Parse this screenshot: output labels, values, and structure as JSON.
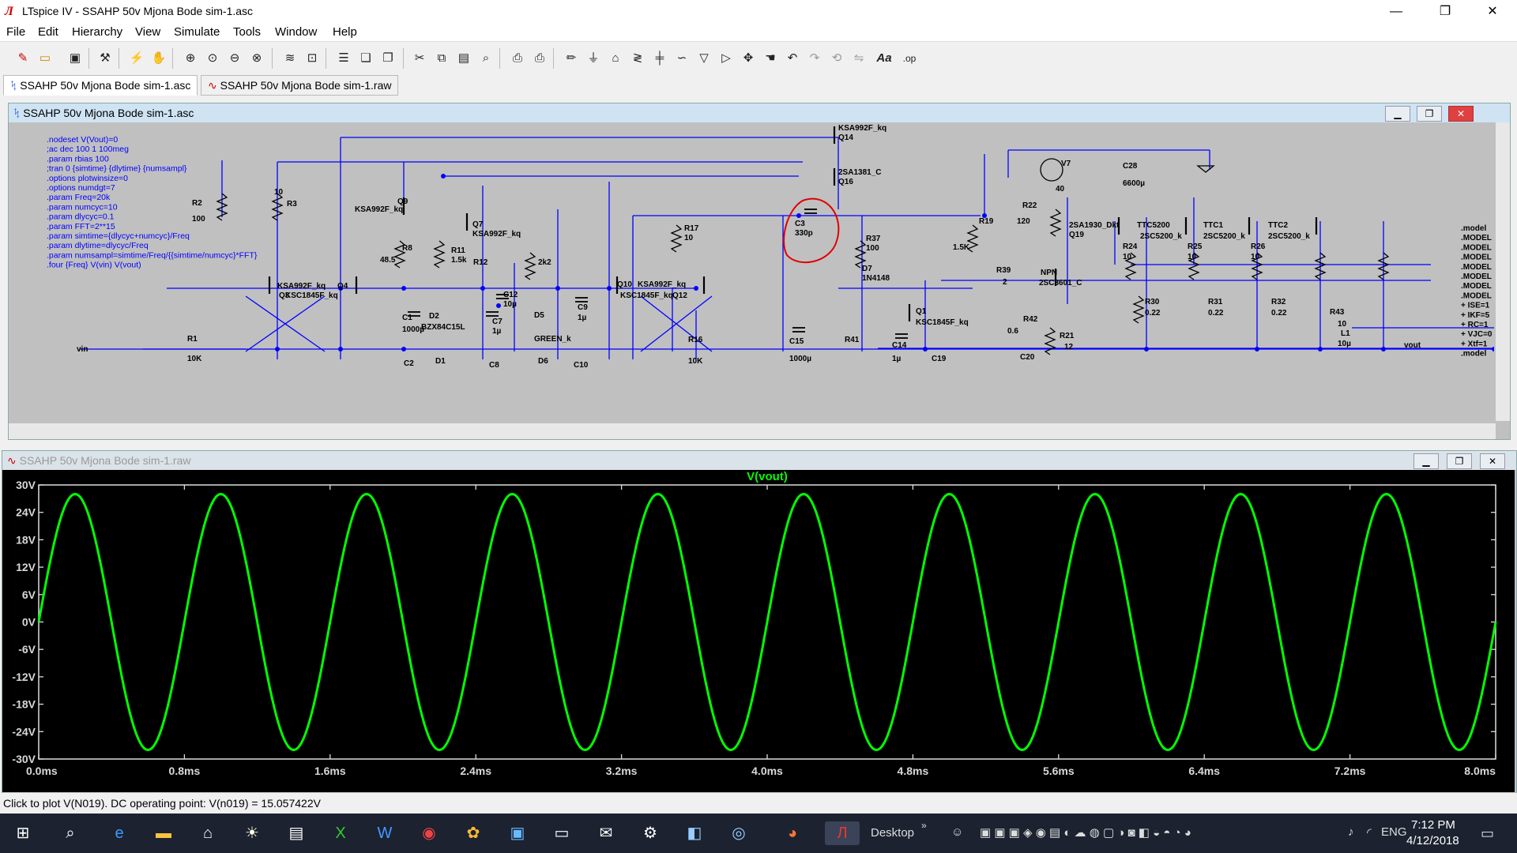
{
  "window": {
    "title": "LTspice IV - SSAHP 50v Mjona Bode sim-1.asc",
    "logo_glyph": "Л",
    "controls": {
      "minimize": "—",
      "maximize": "❐",
      "close": "✕"
    }
  },
  "menu": [
    "File",
    "Edit",
    "Hierarchy",
    "View",
    "Simulate",
    "Tools",
    "Window",
    "Help"
  ],
  "toolbar_icons": [
    "new-schematic",
    "open",
    "save",
    "control-panel",
    "run",
    "halt",
    "zoom-in",
    "pan",
    "zoom-out",
    "zoom-fit",
    "tile-h",
    "tile-v",
    "cascade",
    "close-all",
    "cut",
    "copy",
    "paste",
    "find",
    "print-setup",
    "print",
    "draw-wire",
    "ground",
    "label-net",
    "resistor",
    "capacitor",
    "inductor",
    "diode",
    "component",
    "move",
    "drag",
    "undo",
    "redo",
    "rotate",
    "mirror",
    "text",
    "spice-directive"
  ],
  "tabs": [
    {
      "label": "SSAHP 50v Mjona Bode sim-1.asc",
      "icon": "schematic-icon"
    },
    {
      "label": "SSAHP 50v Mjona Bode sim-1.raw",
      "icon": "waveform-icon"
    }
  ],
  "schematic": {
    "title": "SSAHP 50v Mjona Bode sim-1.asc",
    "directives": [
      ".nodeset V(Vout)=0",
      ";ac dec 100 1 100meg",
      ".param rbias 100",
      ";tran 0 {simtime} {dlytime} {numsampl}",
      ".options plotwinsize=0",
      ".options numdgt=7",
      ".param Freq=20k",
      ".param numcyc=10",
      ".param dlycyc=0.1",
      ".param FFT=2**15",
      ".param simtime={dlycyc+numcyc}/Freq",
      ".param dlytime=dlycyc/Freq",
      ".param numsampl=simtime/Freq/{{simtime/numcyc}*FFT}",
      ".four {Freq} V(vin) V(vout)"
    ],
    "labels": [
      {
        "t": "KSA992F_kq"
      },
      {
        "t": "Q14"
      },
      {
        "t": "2SA1381_C"
      },
      {
        "t": "Q16"
      },
      {
        "t": "R2"
      },
      {
        "t": "100"
      },
      {
        "t": "10"
      },
      {
        "t": "R3"
      },
      {
        "t": "Q9"
      },
      {
        "t": "KSA992F_kq"
      },
      {
        "t": "Q7"
      },
      {
        "t": "KSA992F_kq"
      },
      {
        "t": "R8"
      },
      {
        "t": "48.5"
      },
      {
        "t": "R11"
      },
      {
        "t": "1.5k"
      },
      {
        "t": "R12"
      },
      {
        "t": "2k2"
      },
      {
        "t": "R17"
      },
      {
        "t": "10"
      },
      {
        "t": "C3"
      },
      {
        "t": "330p"
      },
      {
        "t": "R37"
      },
      {
        "t": "100"
      },
      {
        "t": "D7"
      },
      {
        "t": "1N4148"
      },
      {
        "t": "R19"
      },
      {
        "t": "120"
      },
      {
        "t": "1.5K"
      },
      {
        "t": "V7"
      },
      {
        "t": "40"
      },
      {
        "t": "R22"
      },
      {
        "t": "C28"
      },
      {
        "t": "6600µ"
      },
      {
        "t": "2SA1930_Dkt"
      },
      {
        "t": "Q19"
      },
      {
        "t": "TTC5200"
      },
      {
        "t": "2SC5200_k"
      },
      {
        "t": "TTC1"
      },
      {
        "t": "2SC5200_k"
      },
      {
        "t": "TTC2"
      },
      {
        "t": "2SC5200_k"
      },
      {
        "t": "R24"
      },
      {
        "t": "10"
      },
      {
        "t": "R25"
      },
      {
        "t": "10"
      },
      {
        "t": "R26"
      },
      {
        "t": "10"
      },
      {
        "t": "R39"
      },
      {
        "t": "2"
      },
      {
        "t": "NPN"
      },
      {
        "t": "2SC3601_C"
      },
      {
        "t": "R30"
      },
      {
        "t": "0.22"
      },
      {
        "t": "R31"
      },
      {
        "t": "0.22"
      },
      {
        "t": "R32"
      },
      {
        "t": "0.22"
      },
      {
        "t": "KSA992F_kq"
      },
      {
        "t": "Q4"
      },
      {
        "t": "Q3"
      },
      {
        "t": "KSC1845F_kq"
      },
      {
        "t": "Q10"
      },
      {
        "t": "KSA992F_kq"
      },
      {
        "t": "KSC1845F_kq"
      },
      {
        "t": "Q12"
      },
      {
        "t": "C12"
      },
      {
        "t": "10µ"
      },
      {
        "t": "C9"
      },
      {
        "t": "1µ"
      },
      {
        "t": "C1"
      },
      {
        "t": "1000µ"
      },
      {
        "t": "D2"
      },
      {
        "t": "BZX84C15L"
      },
      {
        "t": "C7"
      },
      {
        "t": "1µ"
      },
      {
        "t": "D5"
      },
      {
        "t": "GREEN_k"
      },
      {
        "t": "Q1"
      },
      {
        "t": "KSC1845F_kq"
      },
      {
        "t": "R42"
      },
      {
        "t": "0.6"
      },
      {
        "t": "R21"
      },
      {
        "t": "12"
      },
      {
        "t": "R43"
      },
      {
        "t": "10"
      },
      {
        "t": "L1"
      },
      {
        "t": "10µ"
      },
      {
        "t": "vout"
      },
      {
        "t": "vin"
      },
      {
        "t": "R1"
      },
      {
        "t": "10K"
      },
      {
        "t": "R16"
      },
      {
        "t": "10K"
      },
      {
        "t": "C15"
      },
      {
        "t": "1000µ"
      },
      {
        "t": "R41"
      },
      {
        "t": "C14"
      },
      {
        "t": "1µ"
      },
      {
        "t": "C19"
      },
      {
        "t": "C20"
      },
      {
        "t": "C2"
      },
      {
        "t": "D1"
      },
      {
        "t": "C8"
      },
      {
        "t": "D6"
      },
      {
        "t": "C10"
      }
    ],
    "model_lines": [
      ".model",
      ".MODEL",
      ".MODEL",
      ".MODEL",
      ".MODEL",
      ".MODEL",
      ".MODEL",
      ".MODEL",
      "+ ISE=1",
      "+ IKF=5",
      "+ RC=1",
      "+ VJC=0",
      "+ Xtf=1",
      ".model"
    ],
    "annotation_color": "#e00000"
  },
  "waveform": {
    "title": "SSAHP 50v Mjona Bode sim-1.raw",
    "trace_label": "V(vout)"
  },
  "chart_data": {
    "type": "line",
    "title": "",
    "series": [
      {
        "name": "V(vout)",
        "color": "#00ff00",
        "amplitude": 28,
        "period_ms": 0.8,
        "start_value": 0
      }
    ],
    "x": {
      "min": 0,
      "max": 8.0,
      "unit": "ms",
      "ticks": [
        "0.0ms",
        "0.8ms",
        "1.6ms",
        "2.4ms",
        "3.2ms",
        "4.0ms",
        "4.8ms",
        "5.6ms",
        "6.4ms",
        "7.2ms",
        "8.0ms"
      ]
    },
    "y": {
      "min": -30,
      "max": 30,
      "unit": "V",
      "ticks": [
        "30V",
        "24V",
        "18V",
        "12V",
        "6V",
        "0V",
        "-6V",
        "-12V",
        "-18V",
        "-24V",
        "-30V"
      ]
    },
    "grid": false,
    "legend": "top-center"
  },
  "status": "Click to plot V(N019).  DC operating point: V(n019) = 15.057422V",
  "taskbar": {
    "apps": [
      "windows-start",
      "search",
      "edge",
      "file-explorer",
      "store",
      "brightness",
      "notepad",
      "excel",
      "word",
      "chrome",
      "paint",
      "photos",
      "computer",
      "mail",
      "settings",
      "notes",
      "network",
      "firefox",
      "ltspice"
    ],
    "desktop_label": "Desktop",
    "language": "ENG",
    "time": "7:12 PM",
    "date": "4/12/2018"
  }
}
